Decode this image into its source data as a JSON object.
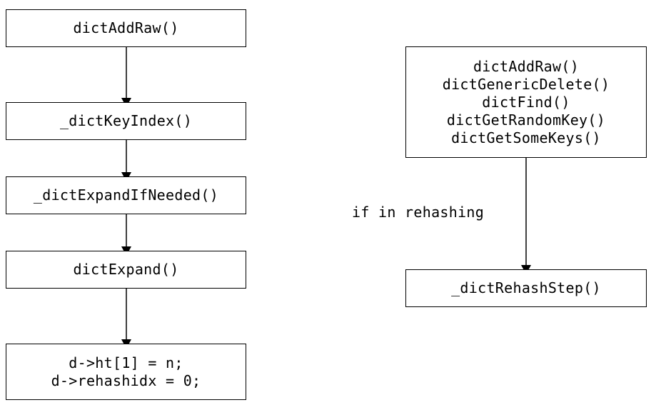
{
  "left_flow": {
    "box1": {
      "lines": [
        "dictAddRaw()"
      ]
    },
    "box2": {
      "lines": [
        "_dictKeyIndex()"
      ]
    },
    "box3": {
      "lines": [
        "_dictExpandIfNeeded()"
      ]
    },
    "box4": {
      "lines": [
        "dictExpand()"
      ]
    },
    "box5": {
      "lines": [
        "d->ht[1] = n;",
        "d->rehashidx = 0;"
      ]
    }
  },
  "right_flow": {
    "callers": {
      "lines": [
        "dictAddRaw()",
        "dictGenericDelete()",
        "dictFind()",
        "dictGetRandomKey()",
        "dictGetSomeKeys()"
      ]
    },
    "condition_label": "if in rehashing",
    "target": {
      "lines": [
        "_dictRehashStep()"
      ]
    }
  }
}
